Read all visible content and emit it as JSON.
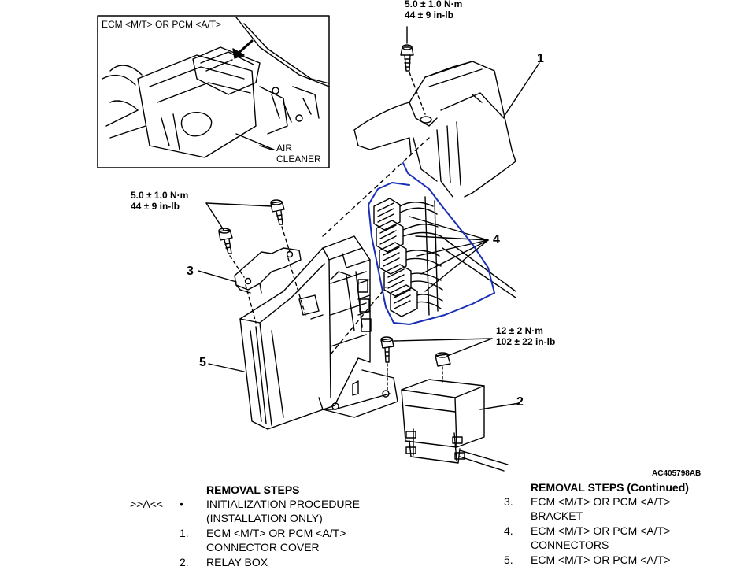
{
  "inset": {
    "title": "ECM <M/T> OR PCM <A/T>",
    "air_cleaner_line1": "AIR",
    "air_cleaner_line2": "CLEANER"
  },
  "torque_top": {
    "line1": "5.0 ± 1.0 N·m",
    "line2": "44 ± 9 in-lb"
  },
  "torque_bracket": {
    "line1": "5.0 ± 1.0 N·m",
    "line2": "44 ± 9 in-lb"
  },
  "torque_relay": {
    "line1": "12 ± 2 N·m",
    "line2": "102 ± 22 in-lb"
  },
  "callouts": {
    "c1": "1",
    "c2": "2",
    "c3": "3",
    "c4": "4",
    "c5": "5"
  },
  "figure_id": "AC405798AB",
  "removal_left": {
    "heading": "REMOVAL STEPS",
    "init_marker": ">>A<<",
    "init_bullet": "•",
    "init_line1": "INITIALIZATION PROCEDURE",
    "init_line2": "(INSTALLATION ONLY)",
    "s1_num": "1.",
    "s1_line1": "ECM <M/T> OR PCM <A/T>",
    "s1_line2": "CONNECTOR COVER",
    "s2_num": "2.",
    "s2_line1": "RELAY BOX"
  },
  "removal_right": {
    "heading": "REMOVAL STEPS (Continued)",
    "s3_num": "3.",
    "s3_line1": "ECM <M/T> OR PCM <A/T>",
    "s3_line2": "BRACKET",
    "s4_num": "4.",
    "s4_line1": "ECM <M/T> OR PCM <A/T>",
    "s4_line2": "CONNECTORS",
    "s5_num": "5.",
    "s5_line1": "ECM <M/T> OR PCM <A/T>"
  },
  "colors": {
    "ink": "#000000",
    "annotation": "#1a2fb8"
  }
}
